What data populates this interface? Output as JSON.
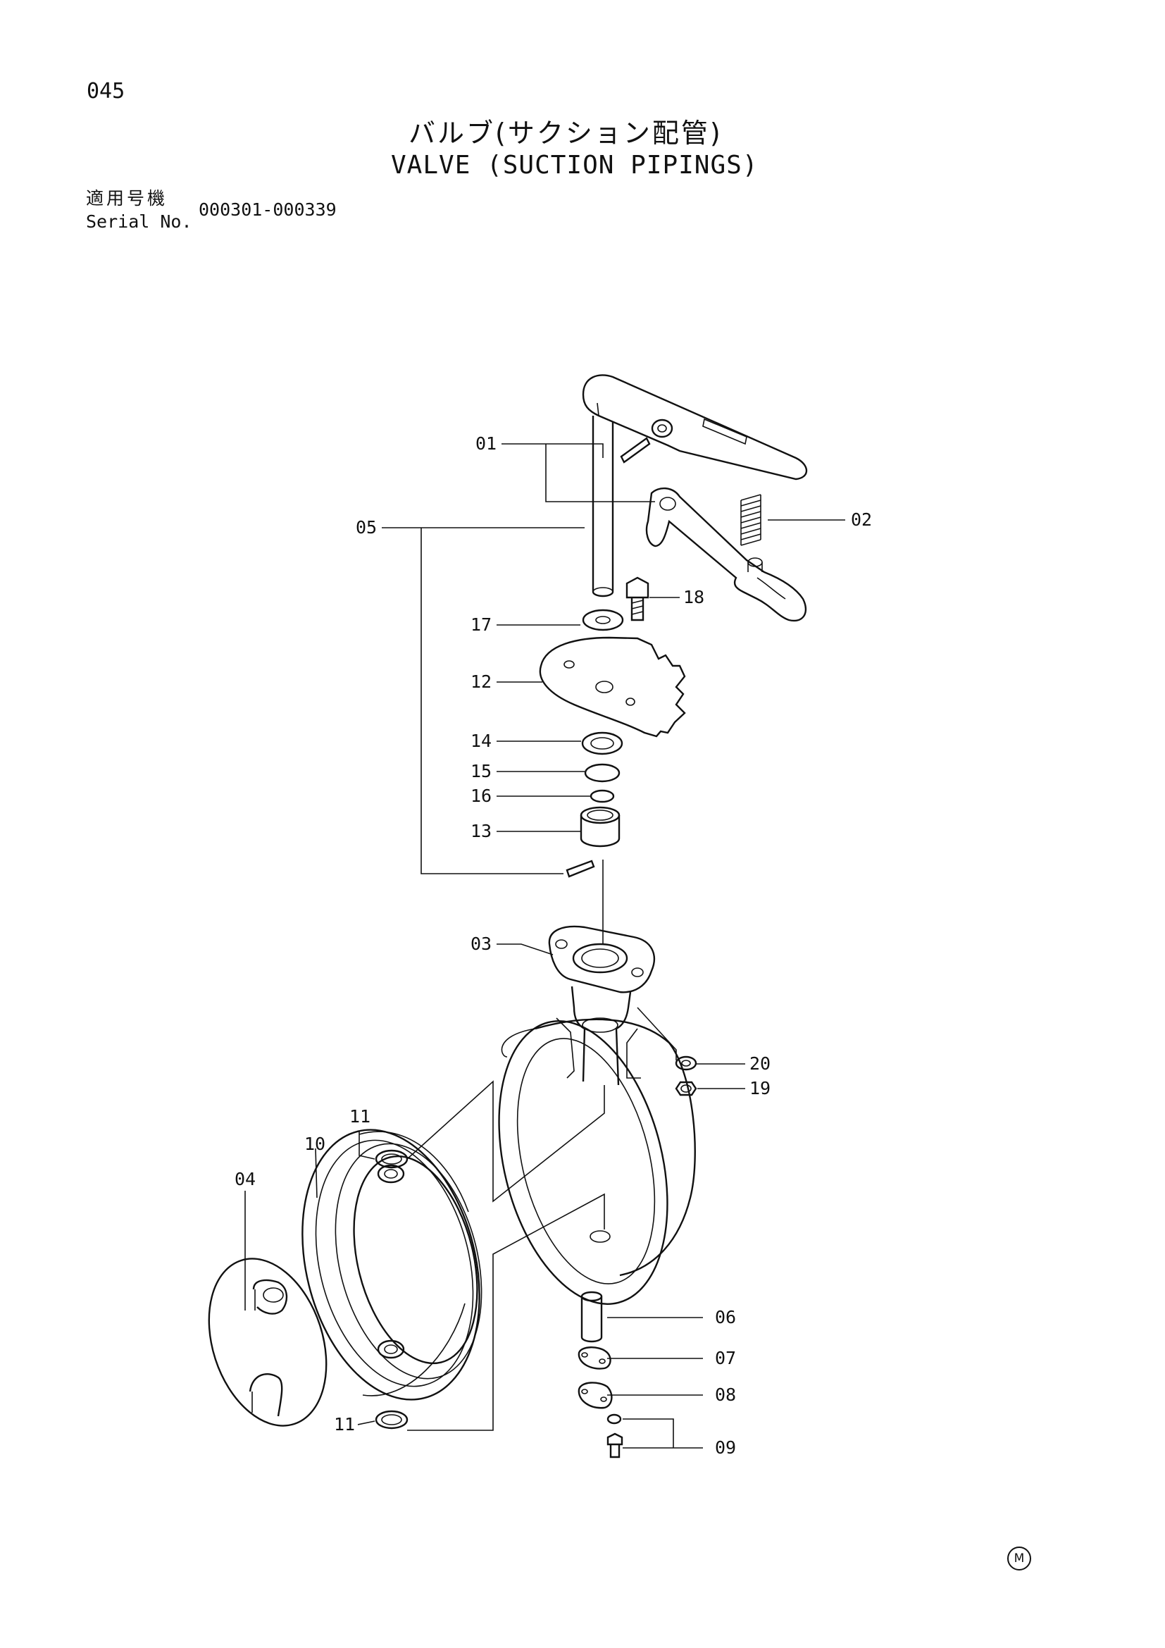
{
  "page_number": "045",
  "title_jp": "バルブ(サクション配管)",
  "title_en": "VALVE (SUCTION PIPINGS)",
  "applicable_label_jp": "適用号機",
  "serial_label_en": "Serial No.",
  "serial_range": "000301-000339",
  "mark": "M",
  "callouts": {
    "c01": "01",
    "c02": "02",
    "c03": "03",
    "c04": "04",
    "c05": "05",
    "c06": "06",
    "c07": "07",
    "c08": "08",
    "c09": "09",
    "c10": "10",
    "c11a": "11",
    "c11b": "11",
    "c12": "12",
    "c13": "13",
    "c14": "14",
    "c15": "15",
    "c16": "16",
    "c17": "17",
    "c18": "18",
    "c19": "19",
    "c20": "20"
  }
}
